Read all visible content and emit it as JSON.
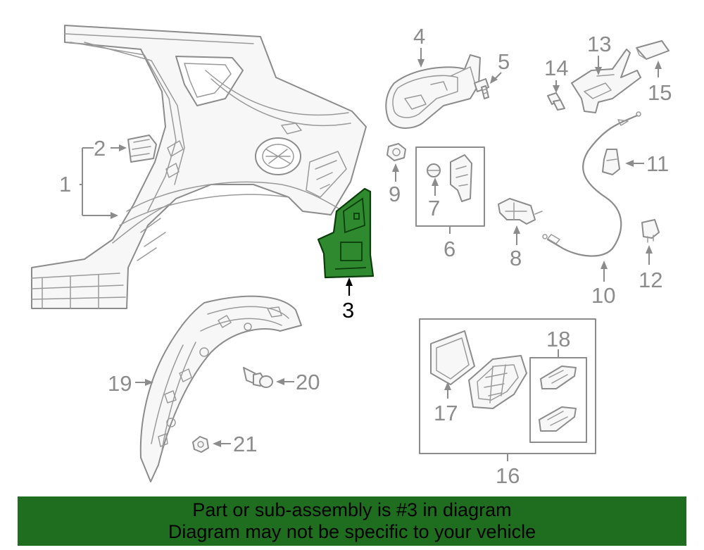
{
  "highlight_color": "#2f8a2f",
  "banner_color": "#1f6e1f",
  "banner": {
    "line1": "Part or sub-assembly is #3 in diagram",
    "line2": "Diagram may not be specific to your vehicle"
  },
  "callouts": {
    "c1": "1",
    "c2": "2",
    "c3": "3",
    "c4": "4",
    "c5": "5",
    "c6": "6",
    "c7": "7",
    "c8": "8",
    "c9": "9",
    "c10": "10",
    "c11": "11",
    "c12": "12",
    "c13": "13",
    "c14": "14",
    "c15": "15",
    "c16": "16",
    "c17": "17",
    "c18": "18",
    "c19": "19",
    "c20": "20",
    "c21": "21"
  }
}
